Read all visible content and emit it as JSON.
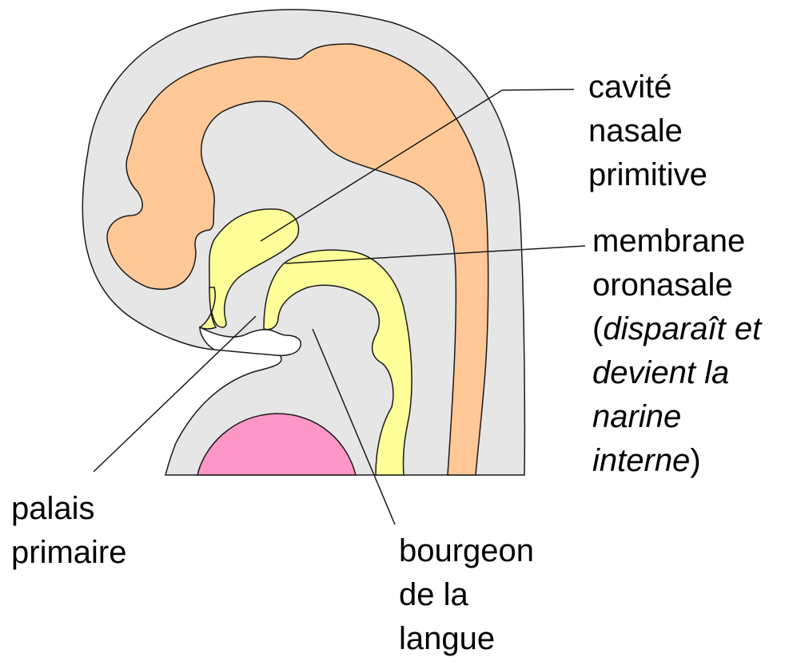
{
  "colors": {
    "head": "#e6e6e6",
    "brain": "#ffc896",
    "primitive_cavity": "#ffff99",
    "heart": "#ff96c8",
    "outline": "#1a1a1a",
    "background": "#ffffff"
  },
  "labels": {
    "cavite_nasale": {
      "line1": "cavité",
      "line2": "nasale",
      "line3": "primitive"
    },
    "membrane_oronasale": {
      "line1": "membrane",
      "line2": "oronasale",
      "line3_open": "(",
      "line3_italic": "disparaît et",
      "line4_italic": "devient la",
      "line5_italic": "narine",
      "line6_italic": "interne",
      "line6_close": ")"
    },
    "palais_primaire": {
      "line1": "palais",
      "line2": "primaire"
    },
    "bourgeon_langue": {
      "line1": "bourgeon",
      "line2": "de la",
      "line3": "langue"
    }
  }
}
